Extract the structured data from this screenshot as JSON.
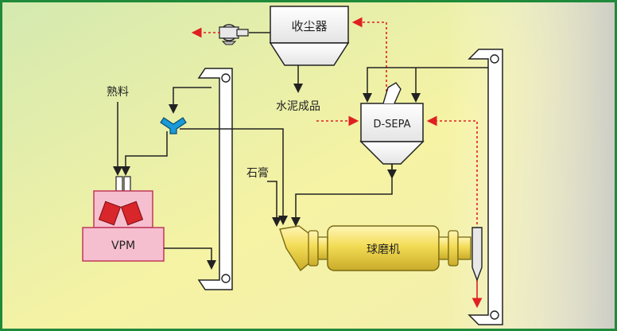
{
  "labels": {
    "dust_collector": "收尘器",
    "clinker": "熟料",
    "cement_product": "水泥成品",
    "separator": "D-SEPA",
    "gypsum": "石膏",
    "vpm": "VPM",
    "ball_mill": "球磨机"
  },
  "colors": {
    "frame_green": "#1f8a3a",
    "bg_yellow": "#f7f2a0",
    "bg_green": "#d9ecb4",
    "vpm_fill": "#f6bfd0",
    "vpm_stroke": "#c0385a",
    "roller_red": "#d8262b",
    "mill_fill": "#f6e26b",
    "mill_stroke": "#7a6a12",
    "splitter_blue": "#1a9ad6",
    "air_red": "#e02020",
    "line_dark": "#222222"
  }
}
